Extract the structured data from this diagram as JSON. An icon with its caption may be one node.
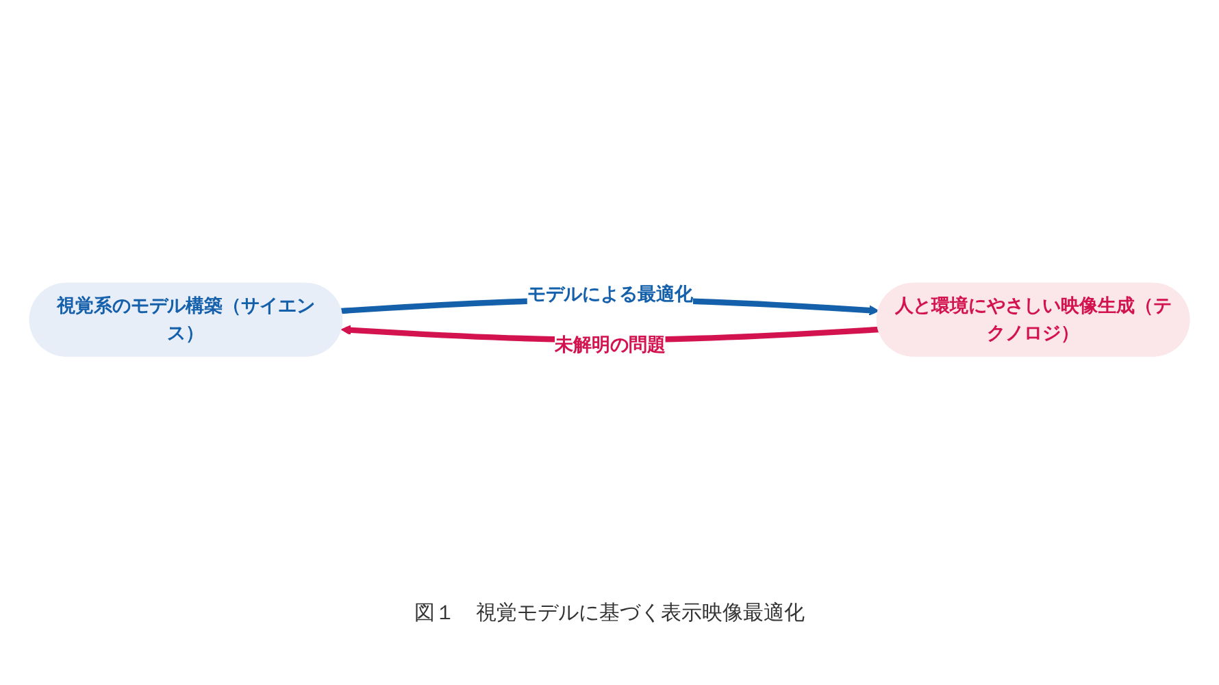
{
  "diagram": {
    "caption": "図１　視覚モデルに基づく表示映像最適化",
    "nodes": [
      {
        "text": [
          "視覚系のモデル構築（サイエンス）"
        ]
      },
      {
        "text": [
          "人と環境にやさしい映像生成（テクノロジ）"
        ]
      }
    ],
    "edges": [
      {
        "from": 1,
        "to": 0,
        "arrow": "to",
        "label": "未解明の問題",
        "color": "#d3134f"
      },
      {
        "from": 0,
        "to": 1,
        "arrow": "to",
        "label": "モデルによる最適化",
        "color": "#1560aa"
      }
    ]
  }
}
